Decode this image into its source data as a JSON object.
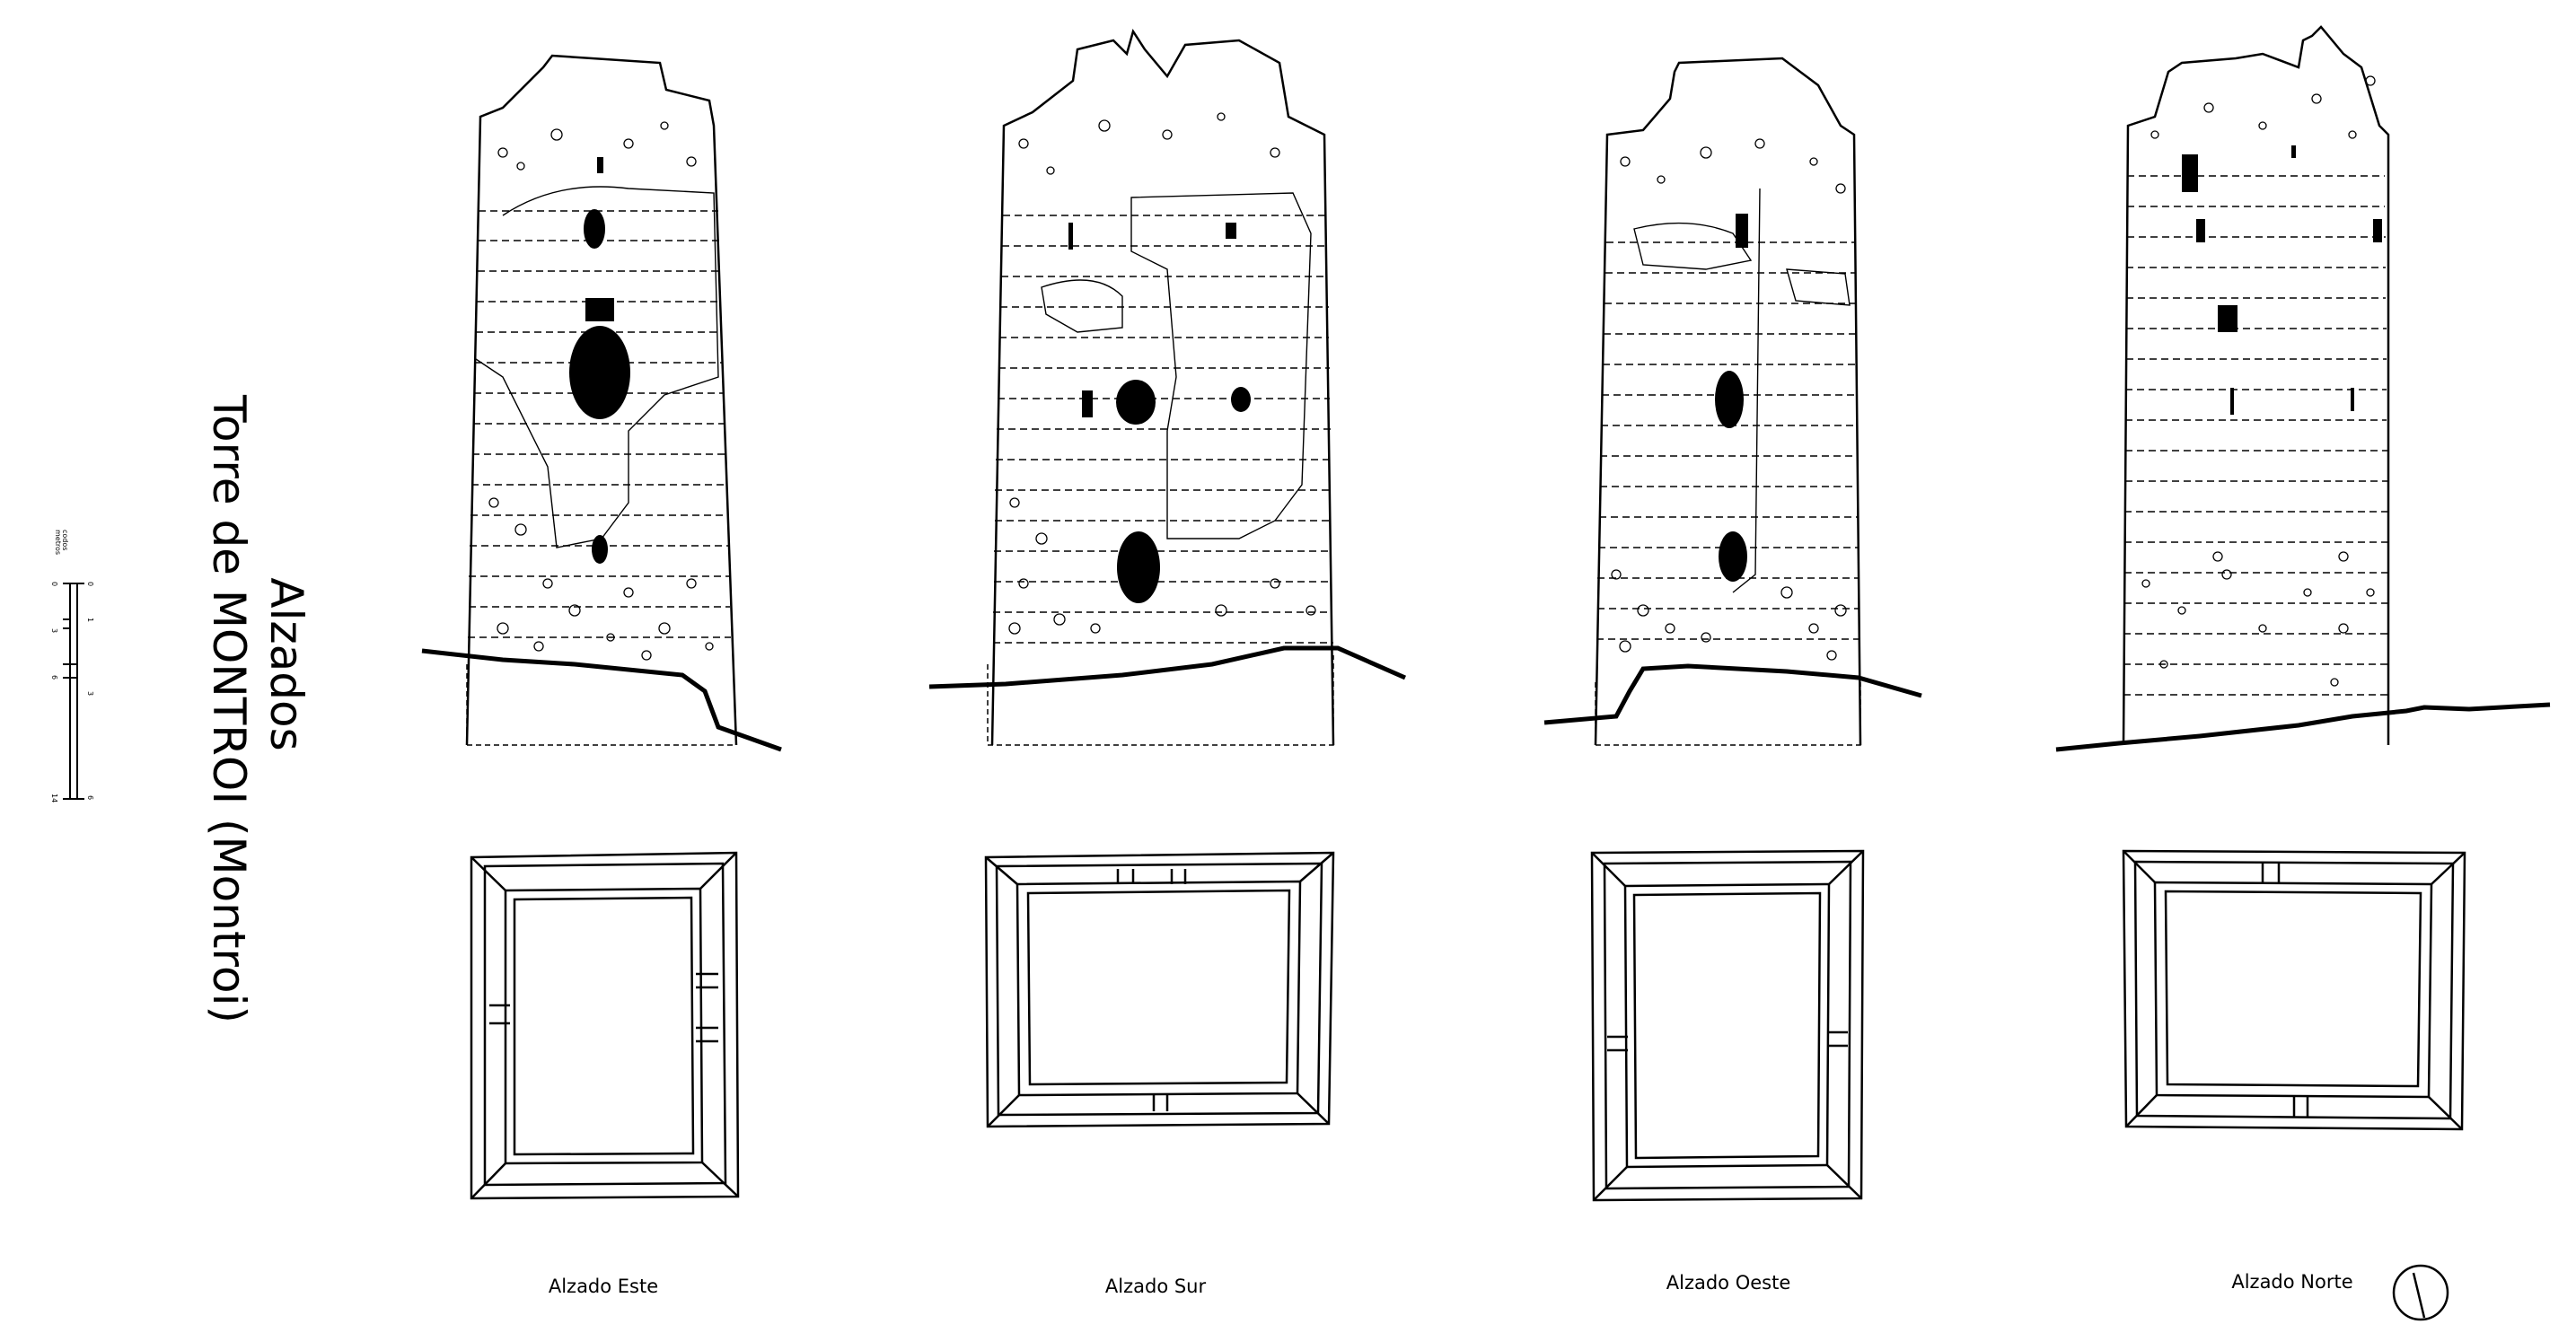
{
  "title": {
    "line1": "Alzados",
    "line2": "Torre de MONTROI (Montroi)"
  },
  "scale_bar": {
    "unit_top": "metros",
    "unit_bottom": "codos",
    "ticks_top": [
      "0",
      "1",
      "3",
      "6"
    ],
    "ticks_bottom": [
      "0",
      "3",
      "6",
      "14"
    ]
  },
  "elevations": [
    {
      "id": "este",
      "caption": "Alzado Este"
    },
    {
      "id": "sur",
      "caption": "Alzado Sur"
    },
    {
      "id": "oeste",
      "caption": "Alzado Oeste"
    },
    {
      "id": "norte",
      "caption": "Alzado Norte"
    }
  ],
  "north_arrow": "north-arrow-icon",
  "colors": {
    "ink": "#000000",
    "paper": "#ffffff"
  }
}
